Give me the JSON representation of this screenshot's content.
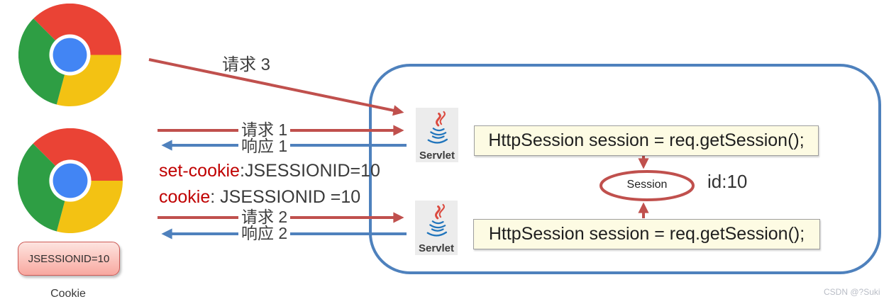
{
  "diagram": {
    "browsers": {
      "top_icon": "chrome-browser",
      "bottom_icon": "chrome-browser"
    },
    "arrows": {
      "request3": {
        "label": "请求 3"
      },
      "request1": {
        "label": "请求 1"
      },
      "response1": {
        "label": "响应 1"
      },
      "request2": {
        "label": "请求 2"
      },
      "response2": {
        "label": "响应 2"
      }
    },
    "cookie_headers": {
      "set_cookie": {
        "key": "set-cookie",
        "value": ":JSESSIONID=10"
      },
      "cookie": {
        "key": "cookie",
        "value": ": JSESSIONID =10"
      }
    },
    "server": {
      "servlet1": {
        "label": "Servlet",
        "icon": "java-servlet"
      },
      "servlet2": {
        "label": "Servlet",
        "icon": "java-servlet"
      },
      "code1": "HttpSession session = req.getSession();",
      "code2": "HttpSession session = req.getSession();",
      "session": {
        "label": "Session",
        "id_label": "id:10"
      }
    },
    "cookie_store": {
      "value": "JSESSIONID=10",
      "caption": "Cookie"
    },
    "watermark": "CSDN @?Suki"
  },
  "colors": {
    "request_arrow": "#C0504D",
    "response_arrow": "#4F81BD",
    "server_border": "#4E81BD",
    "session_border": "#C0504D",
    "code_box_bg": "#FDFBE3",
    "code_box_border": "#9E9E9E",
    "cookie_box_border": "#CD5A55",
    "red_text": "#C00000",
    "watermark": "#B9BDC6",
    "chrome_red": "#EA4335",
    "chrome_green": "#2E9E44",
    "chrome_yellow": "#F3C213",
    "chrome_blue": "#4285F4"
  }
}
